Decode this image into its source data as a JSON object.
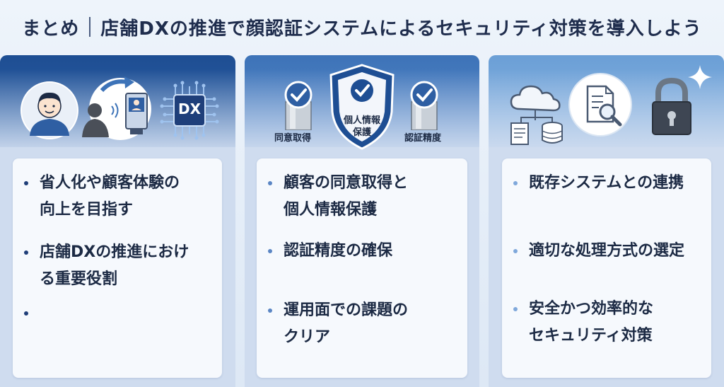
{
  "title": {
    "lead": "まとめ",
    "main": "店舗DXの推進で顔認証システムによるセキュリティ対策を導入しよう"
  },
  "panel1": {
    "badge": "DX",
    "bullets": [
      "省人化や顧客体験の",
      "向上を目指す",
      "店舗DXの推進におけ",
      "る重要役割"
    ]
  },
  "panel2": {
    "shield_label_1": "個人情報",
    "shield_label_2": "保護",
    "left_label": "同意取得",
    "right_label": "認証精度",
    "bullets": [
      "顧客の同意取得と",
      "個人情報保護",
      "認証精度の確保",
      "運用面での課題の",
      "クリア"
    ]
  },
  "panel3": {
    "bullets": [
      "既存システムとの連携",
      "適切な処理方式の選定",
      "安全かつ効率的な",
      "セキュリティ対策"
    ]
  },
  "colors": {
    "dark_blue": "#1e4e93",
    "mid_blue": "#3d73b8",
    "light_blue": "#6b9fd6",
    "text": "#1c2a44"
  }
}
